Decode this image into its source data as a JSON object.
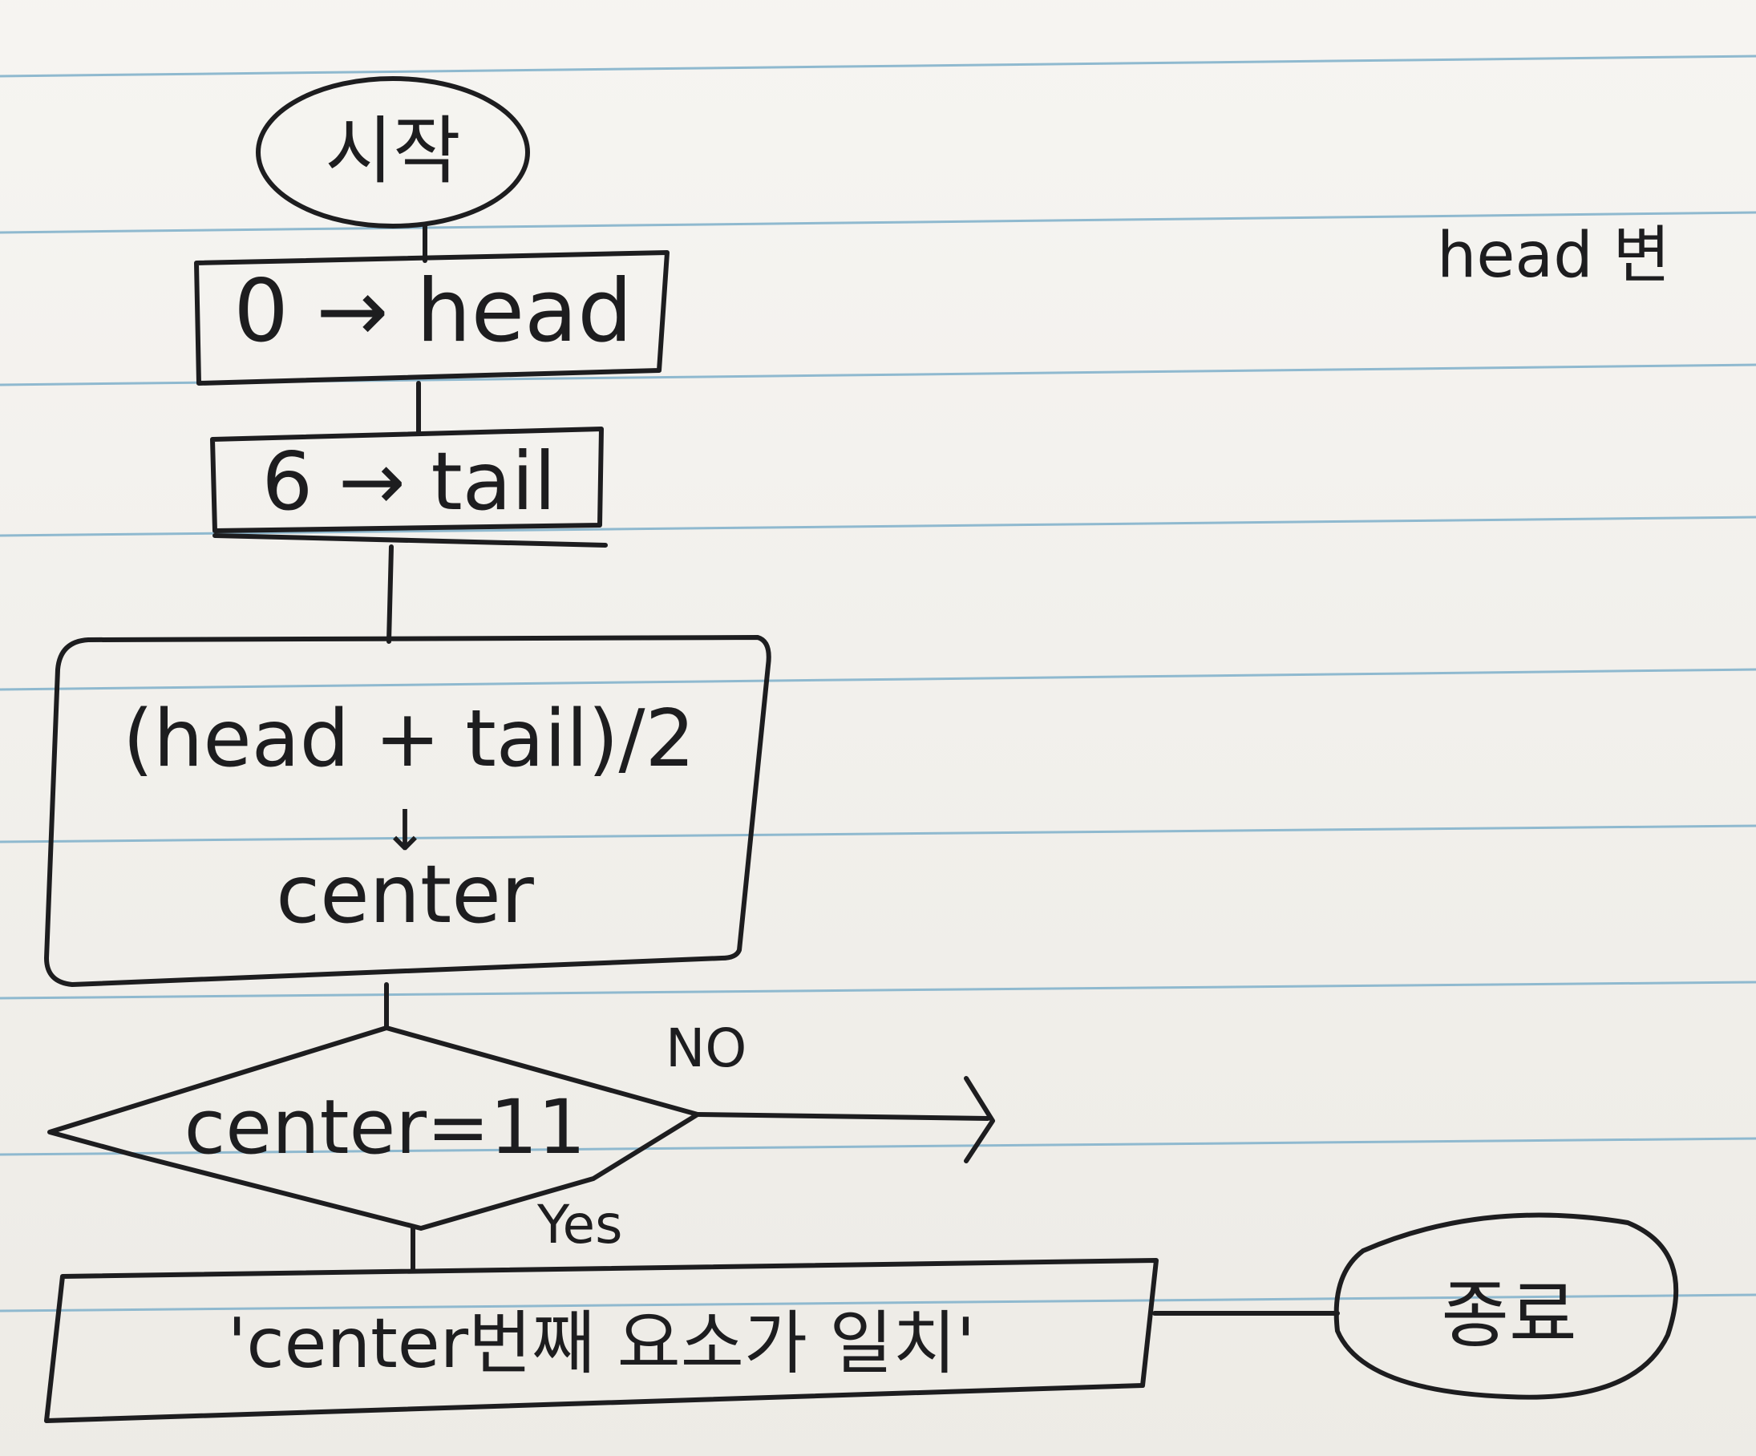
{
  "flowchart": {
    "start": "시작",
    "step1": "0 → head",
    "step2": "6 → tail",
    "step3_line1": "(head + tail)/2",
    "step3_arrow": "↓",
    "step3_line2": "center",
    "decision": "center=11",
    "no_label": "NO",
    "yes_label": "Yes",
    "result": "'center번째 요소가 일치'",
    "end": "종료"
  },
  "side_note": "head 변",
  "colors": {
    "ink": "#1d1d1f",
    "paper": "#f1efea",
    "rule_line": "#8fb9cf"
  }
}
